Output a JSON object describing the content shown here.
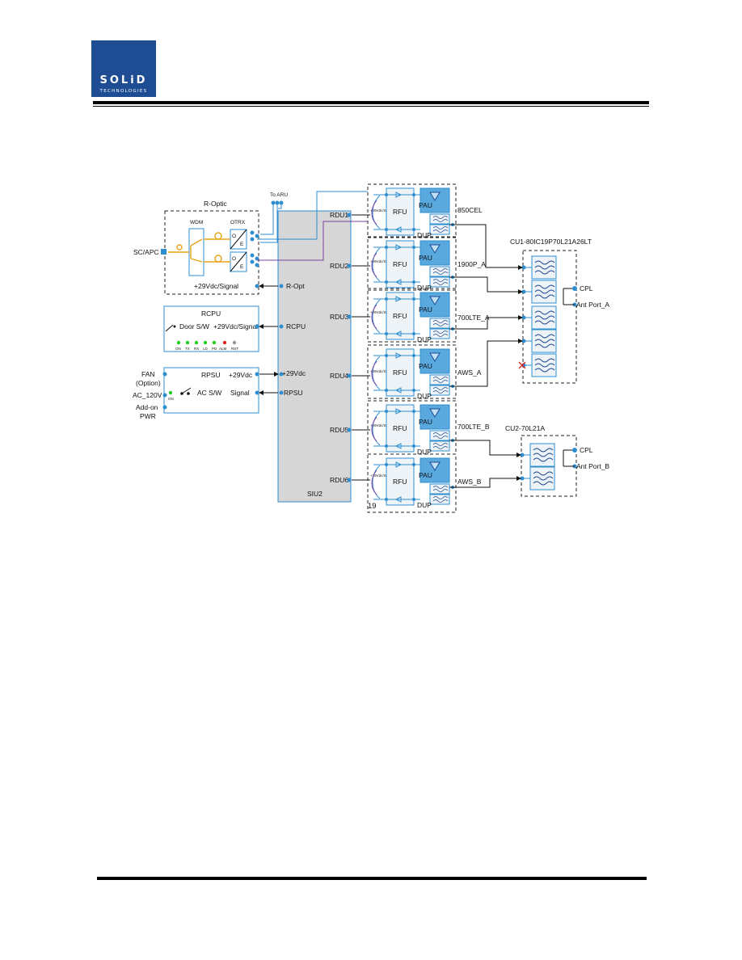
{
  "header": {
    "logo_text": "SOLiD",
    "logo_subtext": "TECHNOLOGIES"
  },
  "diagram": {
    "to_aru": "To ARU",
    "r_optic": {
      "title": "R-Optic",
      "wdm": "WDM",
      "otrx": "OTRX",
      "oe1": "O",
      "oe1b": "E",
      "oe2": "O",
      "oe2b": "E",
      "sc_apc": "SC/APC",
      "power": "+29Vdc/Signal",
      "r_opt": "R-Opt"
    },
    "rcpu": {
      "title": "RCPU",
      "door": "Door S/W",
      "power": "+29Vdc/Signal",
      "port": "RCPU",
      "leds": [
        "ON",
        "TX",
        "RX",
        "LD",
        "PD",
        "ALM",
        "RST"
      ]
    },
    "rpsu": {
      "title": "RPSU",
      "fan": "FAN",
      "fan_opt": "(Option)",
      "ac": "AC_120V",
      "addon1": "Add-on",
      "addon2": "PWR",
      "on": "ON",
      "acsw": "AC S/W",
      "v29": "+29Vdc",
      "signal": "Signal",
      "port_v29": "+29Vdc",
      "port_rpsu": "RPSU"
    },
    "siu2": "SIU2",
    "rdu_labels": [
      "RDU1",
      "RDU2",
      "RDU3",
      "RDU4",
      "RDU5",
      "RDU6"
    ],
    "rfu": "RFU",
    "pau": "PAU",
    "dup": "DUP",
    "vdc_signal": "+29Vdc/Signal",
    "slot_number": "19",
    "bands": [
      "850CEL",
      "1900P_A",
      "700LTE_A",
      "AWS_A",
      "700LTE_B",
      "AWS_B"
    ],
    "cu1": {
      "title": "CU1-80IC19P70L21A26LT",
      "cpl": "CPL",
      "ant": "Ant Port_A"
    },
    "cu2": {
      "title": "CU2-70L21A",
      "cpl": "CPL",
      "ant": "Ant Port_B"
    }
  },
  "colors": {
    "logo_blue": "#1f4d93",
    "link_blue": "#2d8fd0",
    "siu_gray": "#d6d6d6",
    "led_green": "#22cc22",
    "led_red": "#dd2222",
    "led_gray": "#999999",
    "fiber_orange": "#e8a317",
    "purple": "#7b3fa0"
  }
}
